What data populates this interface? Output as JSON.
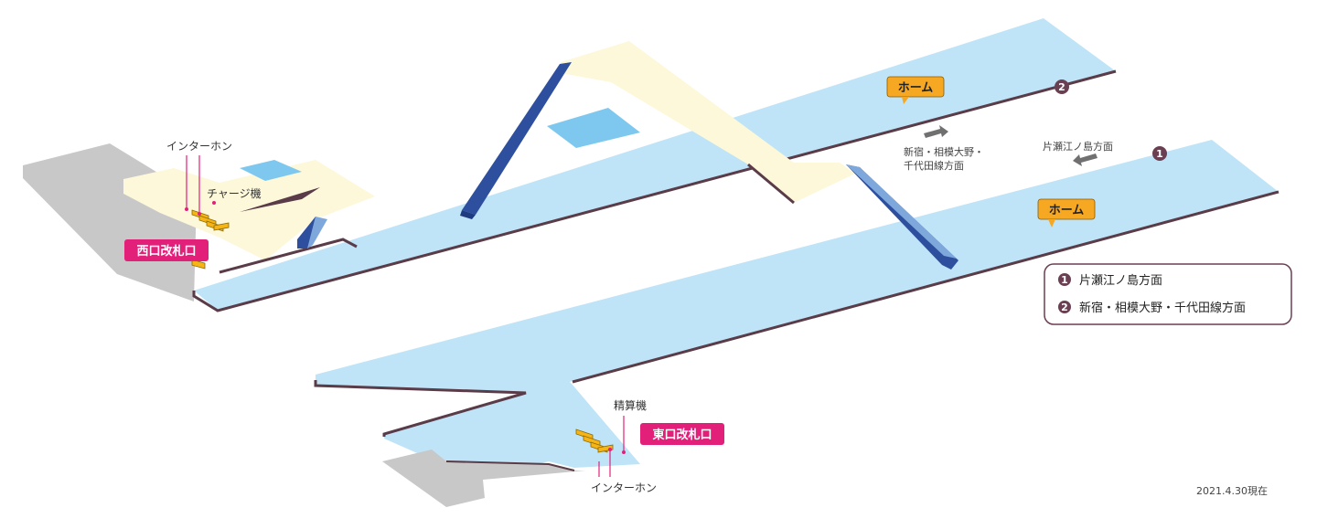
{
  "labels": {
    "intercom_west": "インターホン",
    "charge_machine": "チャージ機",
    "west_gate": "西口改札口",
    "home_upper": "ホーム",
    "home_lower": "ホーム",
    "dir_shinjuku_line1": "新宿・相模大野・",
    "dir_shinjuku_line2": "千代田線方面",
    "dir_katase": "片瀬江ノ島方面",
    "fare_machine": "精算機",
    "east_gate": "東口改札口",
    "intercom_east": "インターホン",
    "date": "2021.4.30現在"
  },
  "markers": {
    "platform_1": "1",
    "platform_2": "2"
  },
  "legend": {
    "items": [
      {
        "num": "1",
        "text": "片瀬江ノ島方面"
      },
      {
        "num": "2",
        "text": "新宿・相模大野・千代田線方面"
      }
    ]
  },
  "colors": {
    "platform": "#bfe4f7",
    "concourse": "#fdf8d9",
    "exit_area": "#c8c8c8",
    "stair_dark": "#2d4f9e",
    "stair_light": "#7ea8dc",
    "gate_badge": "#e2207a",
    "home_badge": "#f6a822",
    "marker": "#6b3f52",
    "edge": "#5a3b48",
    "gate": "#f6b417",
    "arrow": "#707070"
  }
}
